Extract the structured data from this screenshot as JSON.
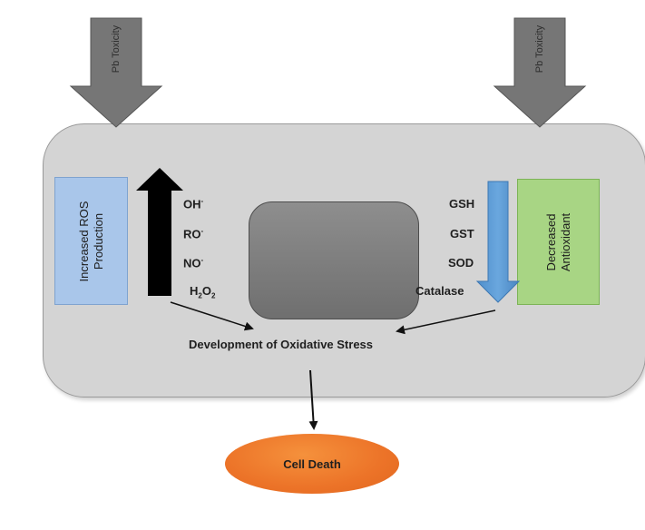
{
  "pb_arrows": [
    {
      "id": "left",
      "label": "Pb Toxicity"
    },
    {
      "id": "right",
      "label": "Pb Toxicity"
    }
  ],
  "ros_box": {
    "line1": "Increased ROS",
    "line2": "Production"
  },
  "antioxidant_box": {
    "line1": "Decreased",
    "line2": "Antioxidant"
  },
  "ros_species": {
    "oh": {
      "base": "OH",
      "sup": "-"
    },
    "ro": {
      "base": "RO",
      "sup": "-"
    },
    "no": {
      "base": "NO",
      "sup": "-"
    },
    "h2o2": {
      "a": "H",
      "s1": "2",
      "b": "O",
      "s2": "2"
    }
  },
  "antioxidants": [
    "GSH",
    "GST",
    "SOD",
    "Catalase"
  ],
  "stress_label": "Development of Oxidative Stress",
  "outcome_label": "Cell Death",
  "colors": {
    "pb_arrow": "#767676",
    "cell": "#d4d4d4",
    "ros_box": "#a9c6ea",
    "antioxidant_box": "#a8d584",
    "ros_arrow": "#000000",
    "antioxidant_arrow": "#5b9bd5",
    "cell_death": "#ec7328"
  }
}
